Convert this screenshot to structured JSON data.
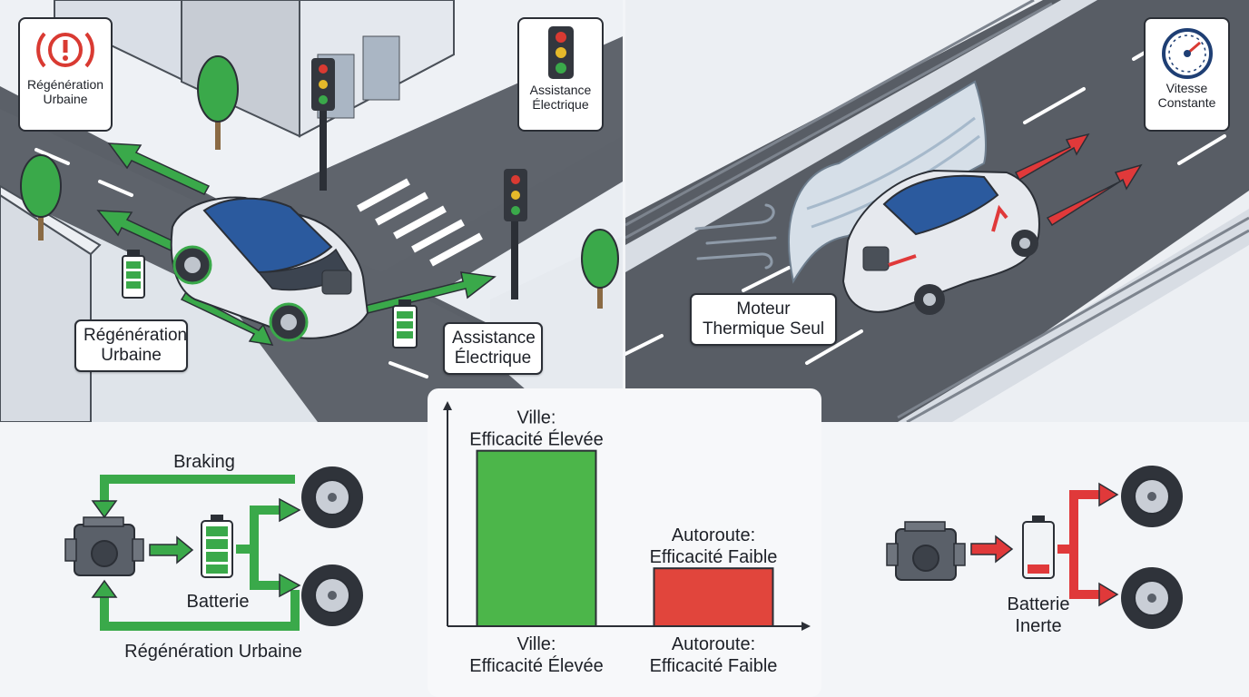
{
  "city_scene": {
    "card_regen": {
      "line1": "Régénération",
      "line2": "Urbaine",
      "icon": "brake-warning-icon",
      "accent": "#d93a32"
    },
    "card_assist": {
      "line1": "Assistance",
      "line2": "Électrique",
      "icon": "traffic-light-icon"
    },
    "label_regen": {
      "line1": "Régénération",
      "line2": "Urbaine"
    },
    "label_assist": {
      "line1": "Assistance",
      "line2": "Électrique"
    },
    "accent_green": "#3aa94a"
  },
  "highway_scene": {
    "card_speed": {
      "line1": "Vitesse",
      "line2": "Constante",
      "icon": "speedometer-icon"
    },
    "label_engine": {
      "line1": "Moteur",
      "line2": "Thermique Seul"
    },
    "accent_red": "#e0393a"
  },
  "left_flow": {
    "braking": "Braking",
    "battery": "Batterie",
    "regen": "Régénération Urbaine",
    "icons": [
      "engine-icon",
      "battery-full-icon",
      "wheel-icon"
    ]
  },
  "right_flow": {
    "battery_line1": "Batterie",
    "battery_line2": "Inerte",
    "icons": [
      "engine-icon",
      "battery-low-icon",
      "wheel-icon"
    ]
  },
  "chart_data": {
    "type": "bar",
    "categories": [
      "Ville: Efficacité Élevée",
      "Autoroute: Efficacité Faible"
    ],
    "values": [
      1.0,
      0.33
    ],
    "colors": [
      "#4cb64a",
      "#e1453c"
    ],
    "top_labels": [
      {
        "line1": "Ville:",
        "line2": "Efficacité Élevée"
      },
      {
        "line1": "Autoroute:",
        "line2": "Efficacité Faible"
      }
    ],
    "bottom_labels": [
      {
        "line1": "Ville:",
        "line2": "Efficacité Élevée"
      },
      {
        "line1": "Autoroute:",
        "line2": "Efficacité Faible"
      }
    ],
    "title": "",
    "xlabel": "",
    "ylabel": "",
    "ylim": [
      0,
      1.2
    ],
    "grid": false
  }
}
